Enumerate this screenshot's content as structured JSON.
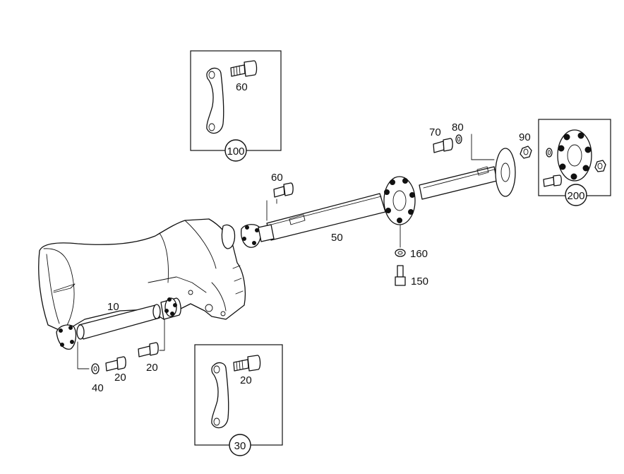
{
  "callouts": {
    "c10": "10",
    "c20a": "20",
    "c20b": "20",
    "c20c": "20",
    "c30": "30",
    "c40": "40",
    "c50": "50",
    "c60a": "60",
    "c60b": "60",
    "c70": "70",
    "c80": "80",
    "c90": "90",
    "c100": "100",
    "c150": "150",
    "c160": "160",
    "c200": "200"
  }
}
